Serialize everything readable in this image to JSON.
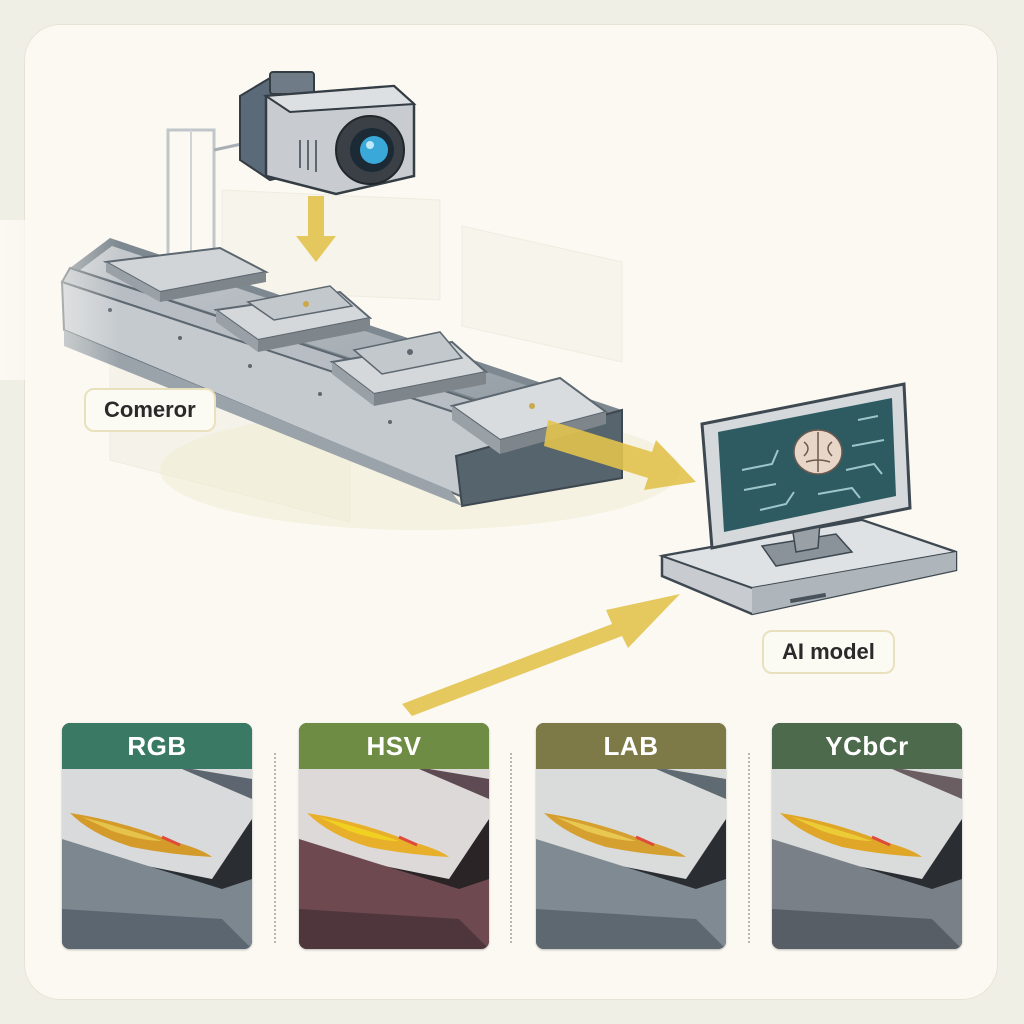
{
  "labels": {
    "conveyor": "Comeror",
    "ai_model": "AI model"
  },
  "color_spaces": [
    {
      "name": "RGB",
      "header_color": "#3a7a64"
    },
    {
      "name": "HSV",
      "header_color": "#6e8c44"
    },
    {
      "name": "LAB",
      "header_color": "#7d7a48"
    },
    {
      "name": "YCbCr",
      "header_color": "#4e6a4c"
    }
  ],
  "colors": {
    "background": "#f0efe6",
    "card": "#fbf9f2",
    "arrow": "#e2c24e",
    "screen": "#2e5a62"
  },
  "icons": {
    "camera": "camera-icon",
    "computer": "monitor-icon",
    "brain": "brain-icon"
  }
}
